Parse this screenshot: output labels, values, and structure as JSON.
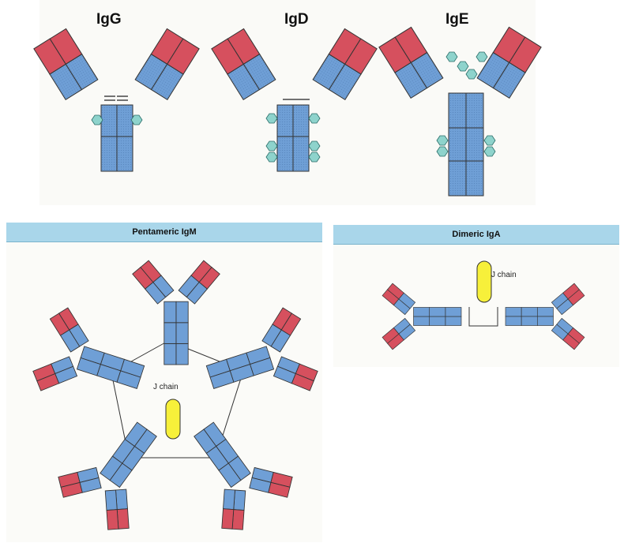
{
  "isotypes": {
    "igg": "IgG",
    "igd": "IgD",
    "ige": "IgE"
  },
  "igm_panel": {
    "title": "Pentameric  IgM",
    "j_chain": "J  chain"
  },
  "iga_panel": {
    "title": "Dimeric  IgA",
    "j_chain": "J  chain"
  },
  "colors": {
    "variable_domain": "#d6505e",
    "constant_domain": "#6f9fd6",
    "carbohydrate": "#8ed3cc",
    "j_chain": "#f7f03a",
    "banner": "#a9d6ea"
  }
}
